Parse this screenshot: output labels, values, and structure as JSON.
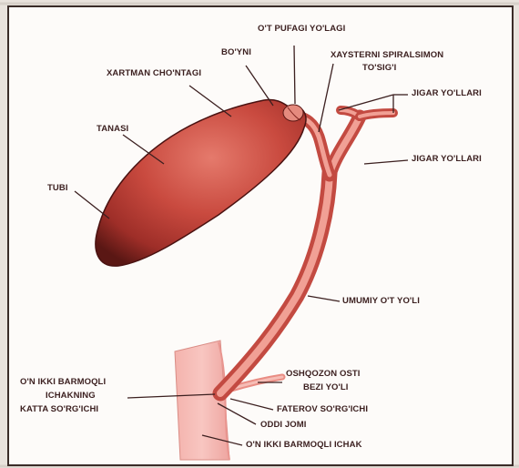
{
  "labels": {
    "bladder_neck_duct": "O'T PUFAGI YO'LAGI",
    "neck": "BO'YNI",
    "heister_line1": "XAYSTERNI SPIRALSIMON",
    "heister_line2": "TO'SIG'I",
    "hartmann": "XARTMAN CHO'NTAGI",
    "hepatic_ducts_top": "JIGAR YO'LLARI",
    "body": "TANASI",
    "hepatic_ducts": "JIGAR YO'LLARI",
    "fundus": "TUBI",
    "common_bile_duct": "UMUMIY O'T YO'LI",
    "pancreatic_duct_line1": "OSHQOZON OSTI",
    "pancreatic_duct_line2": "BEZI YO'LI",
    "major_papilla_line1": "O'N IKKI BARMOQLI",
    "major_papilla_line2": "ICHAKNING",
    "major_papilla_line3": "KATTA SO'RG'ICHI",
    "vater_papilla": "FATEROV SO'RG'ICHI",
    "common_sphincter": "ODDI JOMI",
    "duodenum": "O'N IKKI BARMOQLI ICHAK"
  },
  "colors": {
    "organ": "#c2433c",
    "organ_light": "#e8857a",
    "duodenum": "#eea5a0",
    "text": "#3b1f1f",
    "frame": "#3a2c28"
  }
}
